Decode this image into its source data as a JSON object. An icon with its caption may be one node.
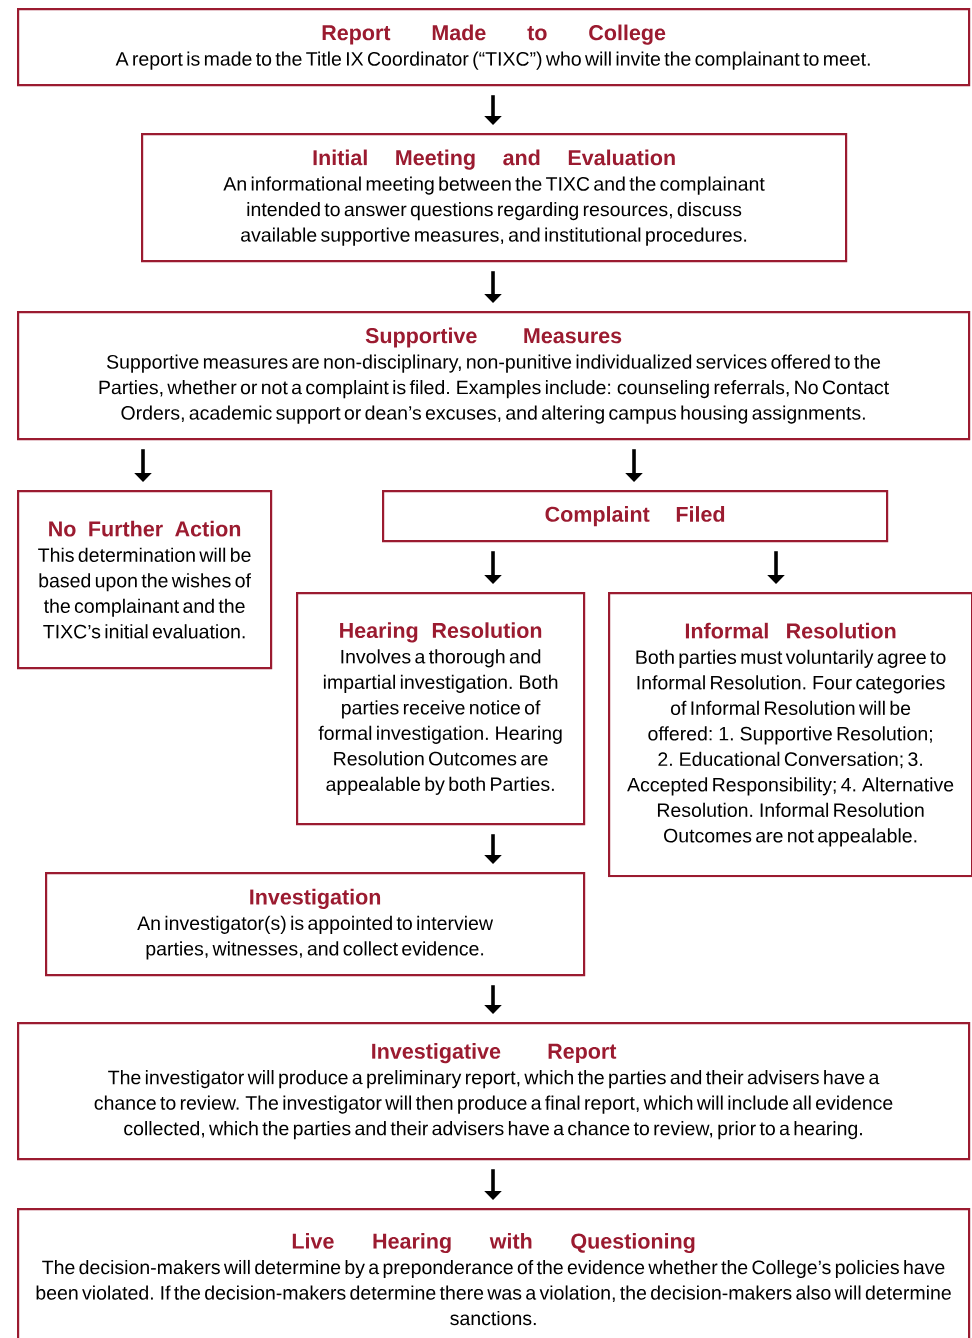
{
  "diagram": {
    "nodes": [
      {
        "text": [
          "Report Made to College",
          "A report is made to the Title IX Coordinator (“TIXC”) who will invite the complainant to meet."
        ]
      },
      {
        "text": [
          "Initial Meeting and Evaluation",
          "An informational meeting between the TIXC and the complainant intended to answer questions regarding resources, discuss available supportive measures, and institutional procedures."
        ]
      },
      {
        "text": [
          "Supportive Measures",
          "Supportive measures are non-disciplinary, non-punitive individualized services offered to the Parties, whether or not a complaint is filed. Examples include: counseling referrals, No Contact Orders, academic support or dean’s excuses, and altering campus housing assignments."
        ]
      },
      {
        "text": [
          "No Further Action",
          "This determination will be based upon the wishes of the complainant and the TIXC’s initial evaluation."
        ]
      },
      {
        "text": [
          "Complaint Filed"
        ]
      },
      {
        "text": [
          "Hearing Resolution",
          "Involves a thorough and impartial investigation. Both parties receive notice of formal investigation. Hearing Resolution Outcomes are appealable by both Parties."
        ]
      },
      {
        "text": [
          "Informal Resolution",
          "Both parties must voluntarily agree to Informal Resolution. Four categories of Informal Resolution will be offered: 1. Supportive Resolution; 2. Educational Conversation; 3. Accepted Responsibility; 4. Alternative Resolution. Informal Resolution Outcomes are not appealable."
        ]
      },
      {
        "text": [
          "Investigation",
          "An investigator(s) is appointed to interview parties, witnesses, and collect evidence."
        ]
      },
      {
        "text": [
          "Investigative Report",
          "The investigator will produce a preliminary report, which the parties and their advisers have a chance to review. The investigator will then produce a final report, which will include all evidence collected, which the parties and their advisers have a chance to review, prior to a hearing."
        ]
      },
      {
        "text": [
          "Live Hearing with Questioning",
          "The decision-makers will determine by a preponderance of the evidence whether the College’s policies have been violated. If the decision-makers determine there was a violation, the decision-makers also will determine sanctions."
        ]
      }
    ],
    "edges": [
      {
        "from": 0,
        "to": 1,
        "arrow": "to"
      },
      {
        "from": 1,
        "to": 2,
        "arrow": "to"
      },
      {
        "from": 2,
        "to": 3,
        "arrow": "to"
      },
      {
        "from": 2,
        "to": 4,
        "arrow": "to"
      },
      {
        "from": 4,
        "to": 5,
        "arrow": "to"
      },
      {
        "from": 4,
        "to": 6,
        "arrow": "to"
      },
      {
        "from": 5,
        "to": 7,
        "arrow": "to"
      },
      {
        "from": 7,
        "to": 8,
        "arrow": "to"
      },
      {
        "from": 8,
        "to": 9,
        "arrow": "to"
      }
    ]
  }
}
